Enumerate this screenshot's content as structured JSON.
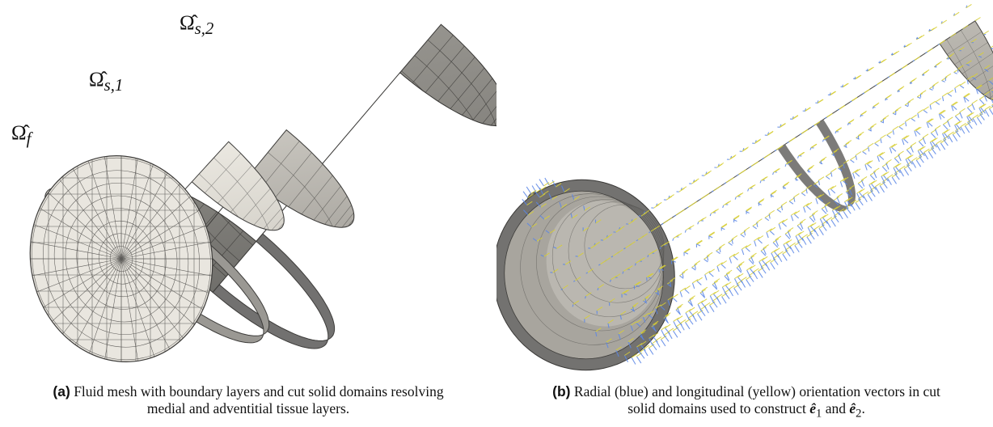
{
  "panel_a": {
    "labels": {
      "omega_f": {
        "base": "Ω̂",
        "sub": "f"
      },
      "omega_s1": {
        "base": "Ω̂",
        "sub": "s,1"
      },
      "omega_s2": {
        "base": "Ω̂",
        "sub": "s,2"
      }
    },
    "caption": {
      "tag": "(a)",
      "line1": "Fluid mesh with boundary layers and cut solid domains resolving",
      "line2": "medial and adventitial tissue layers."
    }
  },
  "panel_b": {
    "caption": {
      "tag": "(b)",
      "line1": "Radial (blue) and longitudinal (yellow) orientation vectors in cut",
      "line2_a": "solid domains used to construct",
      "vec1": "ê",
      "vec1_sub": "1",
      "and": "and",
      "vec2": "ê",
      "vec2_sub": "2",
      "end": "."
    }
  },
  "colors": {
    "fluid": "#ede9e1",
    "media": "#b9b6ae",
    "adventitia": "#8c8a84",
    "cut_face": "#6e6d69",
    "radial_vectors": "#5a86e6",
    "longitudinal_vectors": "#d8cf36"
  }
}
